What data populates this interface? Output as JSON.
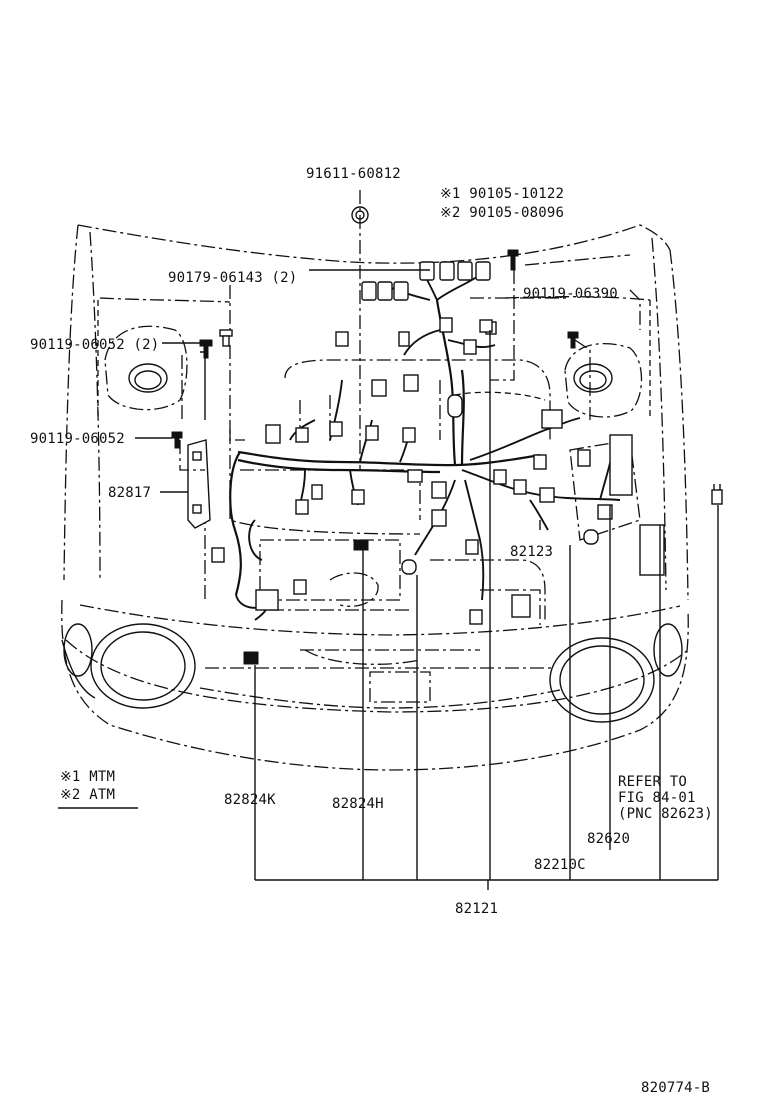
{
  "labels": {
    "p91611": "91611-60812",
    "p90105_a": "※1 90105-10122",
    "p90105_b": "※2 90105-08096",
    "p90179": "90179-06143 (2)",
    "p90119_06390": "90119-06390",
    "p90119_06052_2": "90119-06052 (2)",
    "p90119_06052": "90119-06052",
    "p82817": "82817",
    "p82123": "82123",
    "legend_mtm": "※1 MTM",
    "legend_atm": "※2 ATM",
    "p82824K": "82824K",
    "p82824H": "82824H",
    "refer1": "REFER TO",
    "refer2": "FIG 84-01",
    "refer3": "(PNC 82623)",
    "p82620": "82620",
    "p82210C": "82210C",
    "p82121": "82121",
    "figure_id": "820774-B"
  },
  "icons": [
    "bolt-icon",
    "screw-icon",
    "clip-icon",
    "grommet-icon",
    "connector-icon"
  ]
}
